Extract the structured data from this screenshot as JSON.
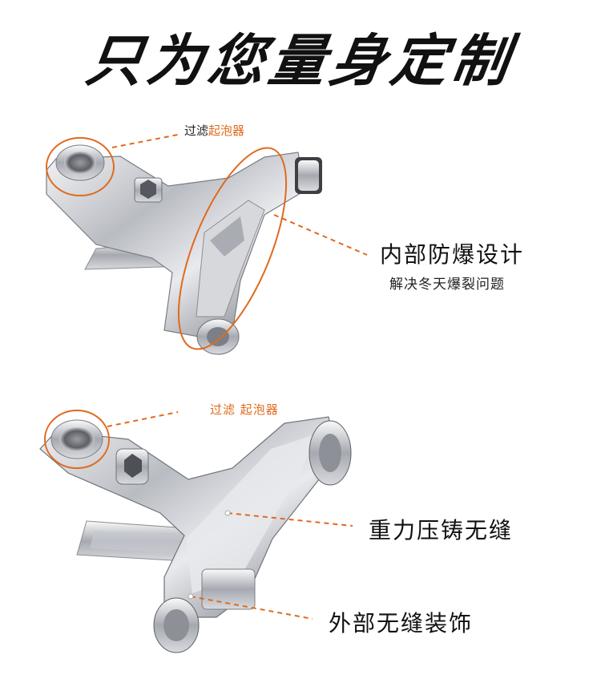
{
  "title": "只为您量身定制",
  "top": {
    "filter_label_prefix": "过滤",
    "filter_label_accent": "起泡器",
    "feature_title": "内部防爆设计",
    "feature_subtitle": "解决冬天爆裂问题"
  },
  "bottom": {
    "filter_label": "过滤 起泡器",
    "feature_1": "重力压铸无缝",
    "feature_2": "外部无缝装饰"
  },
  "colors": {
    "accent": "#e06a1e",
    "text": "#111111"
  }
}
